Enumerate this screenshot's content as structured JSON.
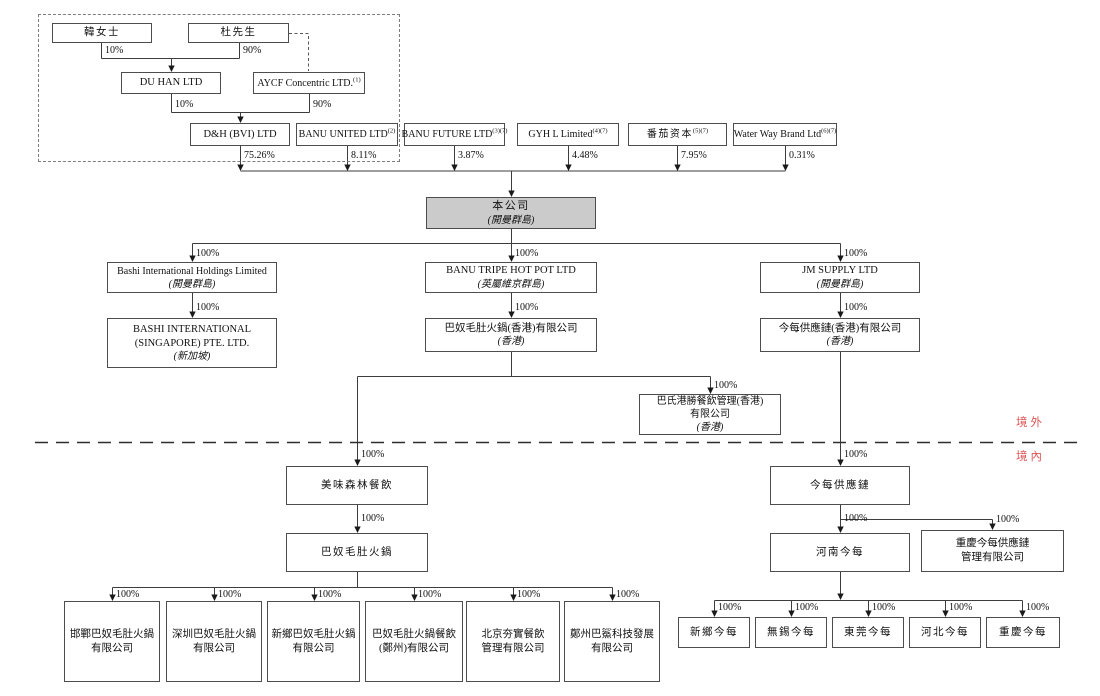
{
  "colors": {
    "line": "#3d3d3d",
    "box_border": "#4d4d4d",
    "company_fill": "#cbcbcb",
    "region_red": "#dd5555"
  },
  "regions": {
    "offshore": "境外",
    "onshore": "境內"
  },
  "pct": {
    "han_to_duhan": "10%",
    "du_to_duhan": "90%",
    "duhan_to_dh": "10%",
    "aycf_to_dh": "90%",
    "dh_to_company": "75.26%",
    "banu_united_to_company": "8.11%",
    "banu_future_to_company": "3.87%",
    "gyh_to_company": "4.48%",
    "tomato_to_company": "7.95%",
    "waterway_to_company": "0.31%",
    "full": "100%"
  },
  "nodes": {
    "han": {
      "label": "韓女士"
    },
    "du": {
      "label": "杜先生"
    },
    "duhan": {
      "label": "DU HAN LTD"
    },
    "aycf": {
      "label": "AYCF Concentric LTD.",
      "sup": "(1)"
    },
    "dh_bvi": {
      "label": "D&H (BVI) LTD"
    },
    "banu_united": {
      "label": "BANU UNITED LTD",
      "sup": "(2)"
    },
    "banu_future": {
      "label": "BANU FUTURE LTD",
      "sup": "(3)(7)"
    },
    "gyh": {
      "label": "GYH L Limited",
      "sup": "(4)(7)"
    },
    "tomato": {
      "label": "番茄资本",
      "sup": "(5)(7)"
    },
    "waterway": {
      "label": "Water Way Brand Ltd",
      "sup": "(6)(7)"
    },
    "company": {
      "label": "本公司",
      "place": "(開曼群島)"
    },
    "bashi_holdings": {
      "label": "Bashi International Holdings Limited",
      "place": "(開曼群島)"
    },
    "banu_tripe": {
      "label": "BANU TRIPE HOT POT LTD",
      "place": "(英屬維京群島)"
    },
    "jm_supply": {
      "label": "JM SUPPLY LTD",
      "place": "(開曼群島)"
    },
    "bashi_sg": {
      "line1": "BASHI INTERNATIONAL",
      "line2": "(SINGAPORE) PTE. LTD.",
      "place": "(新加坡)"
    },
    "banu_hk": {
      "label": "巴奴毛肚火鍋(香港)有限公司",
      "place": "(香港)"
    },
    "jinmei_hk": {
      "label": "今每供應鏈(香港)有限公司",
      "place": "(香港)"
    },
    "bashi_gangsheng": {
      "line1": "巴氏港勝餐飲管理(香港)",
      "line2": "有限公司",
      "place": "(香港)"
    },
    "meiwei": {
      "label": "美味森林餐飲"
    },
    "banu_maodu": {
      "label": "巴奴毛肚火鍋"
    },
    "jinmei_supply": {
      "label": "今每供應鏈"
    },
    "henan_jinmei": {
      "label": "河南今每"
    },
    "cq_jinmei_supply": {
      "line1": "重慶今每供應鏈",
      "line2": "管理有限公司"
    },
    "handan": {
      "line1": "邯鄲巴奴毛肚火鍋",
      "line2": "有限公司"
    },
    "shenzhen": {
      "line1": "深圳巴奴毛肚火鍋",
      "line2": "有限公司"
    },
    "xinxiang_banu": {
      "line1": "新鄉巴奴毛肚火鍋",
      "line2": "有限公司"
    },
    "zhengzhou_banu": {
      "line1": "巴奴毛肚火鍋餐飲",
      "line2": "(鄭州)有限公司"
    },
    "beijing_hangshi": {
      "line1": "北京夯實餐飲",
      "line2": "管理有限公司"
    },
    "zhengzhou_basha": {
      "line1": "鄭州巴鯊科技發展",
      "line2": "有限公司"
    },
    "xinxiang_jm": {
      "label": "新鄉今每"
    },
    "wuxi_jm": {
      "label": "無錫今每"
    },
    "dongguan_jm": {
      "label": "東莞今每"
    },
    "hebei_jm": {
      "label": "河北今每"
    },
    "chongqing_jm": {
      "label": "重慶今每"
    }
  }
}
